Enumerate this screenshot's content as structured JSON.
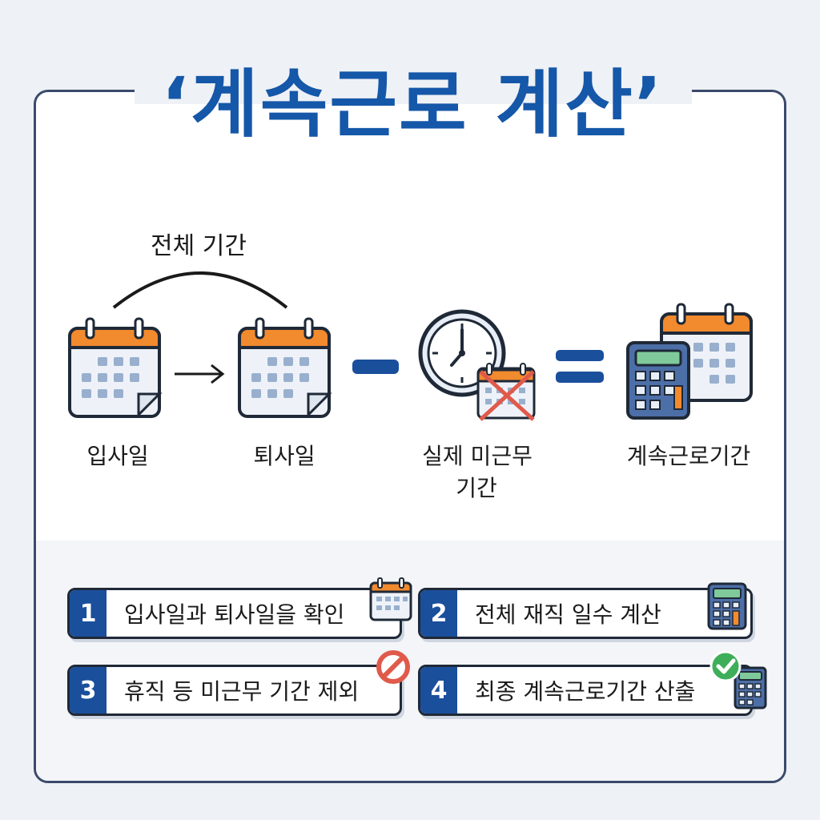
{
  "title": "‘계속근로 계산’",
  "diagram": {
    "span_label": "전체 기간",
    "hire_label": "입사일",
    "leave_label": "퇴사일",
    "absence_label_line1": "실제 미근무",
    "absence_label_line2": "기간",
    "result_label": "계속근로기간"
  },
  "steps": [
    {
      "num": "1",
      "text": "입사일과 퇴사일을 확인",
      "icon": "calendar-icon"
    },
    {
      "num": "2",
      "text": "전체 재직 일수 계산",
      "icon": "calculator-icon"
    },
    {
      "num": "3",
      "text": "휴직 등 미근무 기간 제외",
      "icon": "prohibited-icon"
    },
    {
      "num": "4",
      "text": "최종 계속근로기간 산출",
      "icon": "check-calculator-icon"
    }
  ],
  "colors": {
    "title": "#1557a8",
    "accent_orange": "#f28a2e",
    "step_number_bg": "#1a4f9c",
    "operator": "#1a4f9c",
    "prohibit_red": "#e05a4b",
    "check_green": "#3fae5a"
  }
}
